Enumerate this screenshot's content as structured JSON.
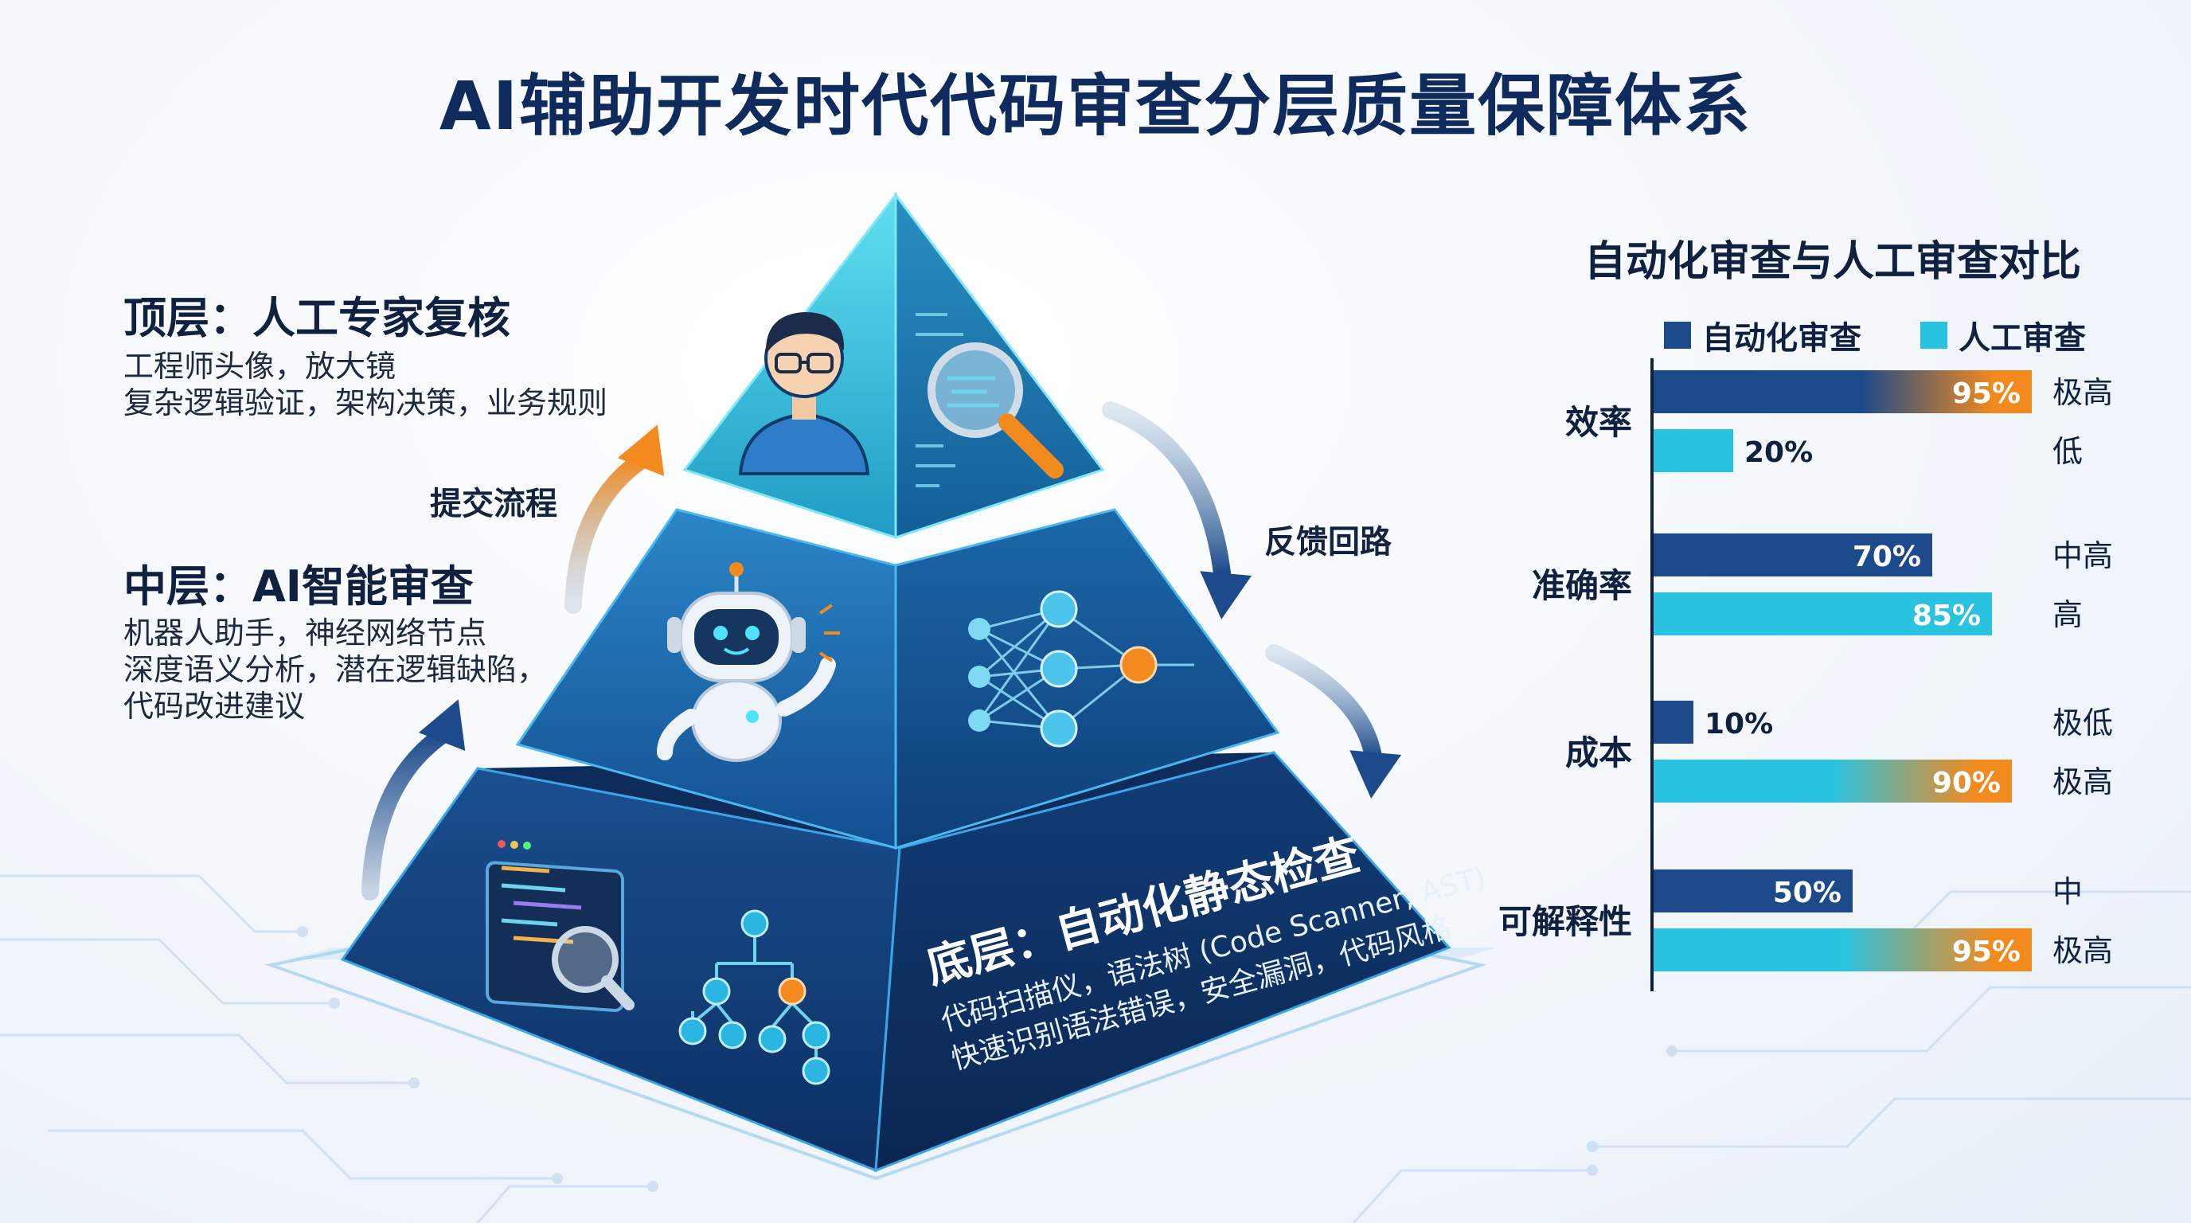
{
  "title": "AI辅助开发时代代码审查分层质量保障体系",
  "layers": {
    "top": {
      "title": "顶层：人工专家复核",
      "desc": [
        "工程师头像，放大镜",
        "复杂逻辑验证，架构决策，业务规则"
      ]
    },
    "middle": {
      "title": "中层：AI智能审查",
      "desc": [
        "机器人助手，神经网络节点",
        "深度语义分析，潜在逻辑缺陷，",
        "代码改进建议"
      ]
    },
    "bottom": {
      "title": "底层：自动化静态检查",
      "desc": [
        "代码扫描仪，语法树 (Code Scanner, AST)",
        "快速识别语法错误，安全漏洞，代码风格"
      ]
    }
  },
  "flows": {
    "submit": "提交流程",
    "feedback": "反馈回路"
  },
  "colors": {
    "auto": "#1c4a8a",
    "manual": "#29c3e0",
    "accent": "#f28a1e",
    "navy": "#0f2a5c"
  },
  "icons": [
    "engineer-avatar-icon",
    "magnifier-icon",
    "robot-icon",
    "neural-network-icon",
    "code-scanner-icon",
    "syntax-tree-icon"
  ],
  "chart_data": {
    "type": "bar",
    "orientation": "horizontal",
    "title": "自动化审查与人工审查对比",
    "categories": [
      "效率",
      "准确率",
      "成本",
      "可解释性"
    ],
    "series": [
      {
        "name": "自动化审查",
        "values": [
          95,
          70,
          10,
          50
        ],
        "labels": [
          "95%",
          "70%",
          "10%",
          "50%"
        ],
        "ratings": [
          "极高",
          "中高",
          "极低",
          "中"
        ]
      },
      {
        "name": "人工审查",
        "values": [
          20,
          85,
          90,
          95
        ],
        "labels": [
          "20%",
          "85%",
          "90%",
          "95%"
        ],
        "ratings": [
          "低",
          "高",
          "极高",
          "极高"
        ]
      }
    ],
    "xlim": [
      0,
      100
    ],
    "legend": "top"
  }
}
